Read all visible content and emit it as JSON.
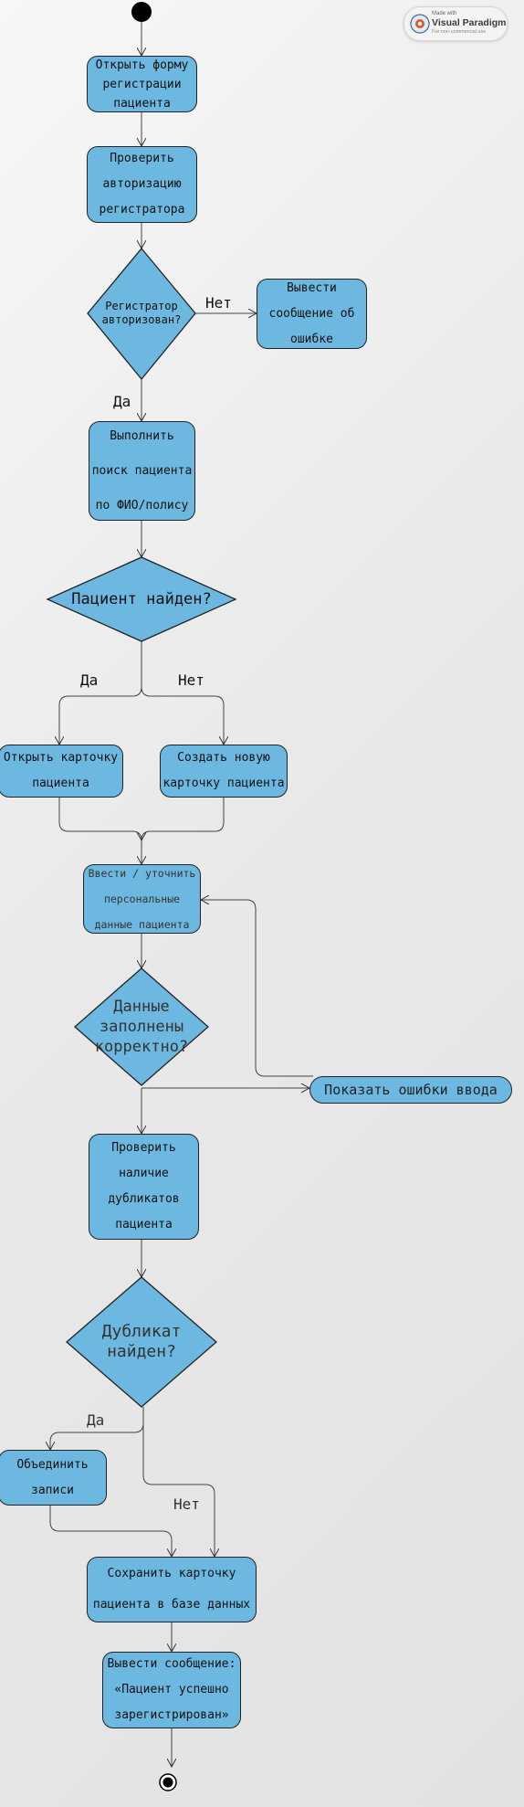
{
  "watermark": {
    "made_with": "Made with",
    "brand": "Visual Paradigm",
    "note": "For non-commercial use"
  },
  "nodes": {
    "open_form": [
      "Открыть форму",
      "регистрации",
      "пациента"
    ],
    "check_auth": [
      "Проверить",
      "авторизацию",
      "регистратора"
    ],
    "show_error": [
      "Вывести",
      "сообщение об",
      "ошибке"
    ],
    "search": [
      "Выполнить",
      "поиск пациента",
      "по ФИО/полису"
    ],
    "open_card": [
      "Открыть карточку",
      "пациента"
    ],
    "create_card": [
      "Создать новую",
      "карточку пациента"
    ],
    "enter_data": [
      "Ввести / уточнить",
      "персональные",
      "данные пациента"
    ],
    "input_errors": [
      "Показать ошибки ввода"
    ],
    "check_dup": [
      "Проверить",
      "наличие",
      "дубликатов",
      "пациента"
    ],
    "merge": [
      "Объединить",
      "записи"
    ],
    "save": [
      "Сохранить карточку",
      "пациента в базе данных"
    ],
    "success": [
      "Вывести сообщение:",
      "«Пациент успешно",
      "зарегистрирован»"
    ]
  },
  "decisions": {
    "authorized": [
      "Регистратор",
      "авторизован?"
    ],
    "found": [
      "Пациент найден?"
    ],
    "valid": [
      "Данные",
      "заполнены",
      "корректно?"
    ],
    "duplicate": [
      "Дубликат",
      "найден?"
    ]
  },
  "edge_labels": {
    "auth_no": "Нет",
    "auth_yes": "Да",
    "found_yes": "Да",
    "found_no": "Нет",
    "dup_yes": "Да",
    "dup_no": "Нет"
  },
  "colors": {
    "node_fill": "#6db8e0",
    "stroke": "#222222",
    "background": "#e8e8e8"
  }
}
